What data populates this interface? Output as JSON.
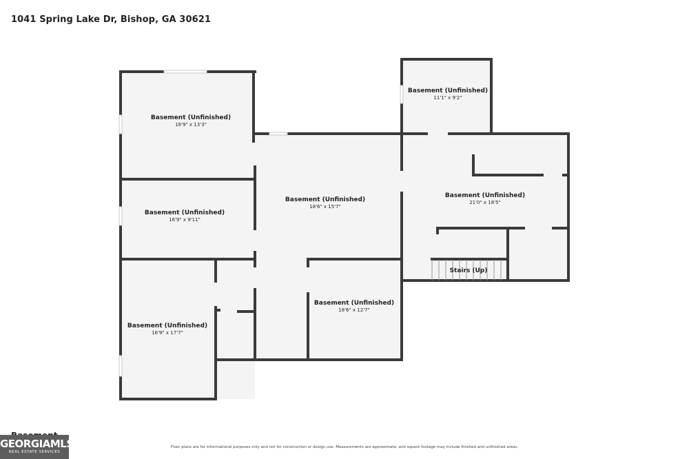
{
  "address": "1041 Spring Lake Dr, Bishop, GA 30621",
  "floor_label": "Basement",
  "logo": {
    "main": "GEORGIAMLS",
    "sub": "REAL ESTATE SERVICES"
  },
  "disclaimer": "Floor plans are for informational purposes only and not for construction or design use. Measurements are approximate, and square footage may include finished and unfinished areas.",
  "rooms": [
    {
      "name": "Basement (Unfinished)",
      "dims": "16'9\" x 13'3\""
    },
    {
      "name": "Basement (Unfinished)",
      "dims": "16'9\" x 9'11\""
    },
    {
      "name": "Basement (Unfinished)",
      "dims": "16'9\" x 17'7\""
    },
    {
      "name": "Basement (Unfinished)",
      "dims": "18'6\" x 15'7\""
    },
    {
      "name": "Basement (Unfinished)",
      "dims": "18'6\" x 12'7\""
    },
    {
      "name": "Basement (Unfinished)",
      "dims": "11'1\" x 9'2\""
    },
    {
      "name": "Basement (Unfinished)",
      "dims": "21'0\" x 18'5\""
    },
    {
      "name": "Stairs (Up)",
      "dims": ""
    }
  ],
  "colors": {
    "wall": "#3a3a3a",
    "floor": "#f4f4f4",
    "window": "#d6d6d6",
    "logo_bg": "#5e5e5e"
  }
}
